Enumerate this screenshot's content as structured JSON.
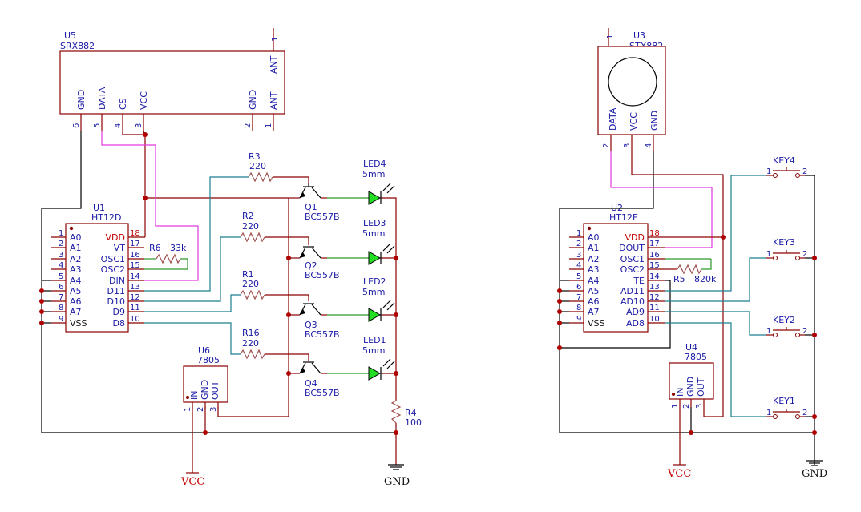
{
  "left": {
    "receiver": {
      "ref": "U5",
      "part": "SRX882",
      "pins": [
        "GND",
        "DATA",
        "CS",
        "VCC",
        "GND",
        "ANT",
        "ANT"
      ],
      "pin_nums": [
        "6",
        "5",
        "4",
        "3",
        "2",
        "1",
        "1"
      ]
    },
    "decoder": {
      "ref": "U1",
      "part": "HT12D",
      "left_pins": [
        "A0",
        "A1",
        "A2",
        "A3",
        "A4",
        "A5",
        "A6",
        "A7",
        "VSS"
      ],
      "left_nums": [
        "1",
        "2",
        "3",
        "4",
        "5",
        "6",
        "7",
        "8",
        "9"
      ],
      "right_pins": [
        "VDD",
        "VT",
        "OSC1",
        "OSC2",
        "DIN",
        "D11",
        "D10",
        "D9",
        "D8"
      ],
      "right_nums": [
        "18",
        "17",
        "16",
        "15",
        "14",
        "13",
        "12",
        "11",
        "10"
      ]
    },
    "r6": {
      "ref": "R6",
      "value": "33k"
    },
    "resistors": [
      {
        "ref": "R3",
        "value": "220"
      },
      {
        "ref": "R2",
        "value": "220"
      },
      {
        "ref": "R1",
        "value": "220"
      },
      {
        "ref": "R16",
        "value": "220"
      }
    ],
    "transistors": [
      {
        "ref": "Q1",
        "part": "BC557B"
      },
      {
        "ref": "Q2",
        "part": "BC557B"
      },
      {
        "ref": "Q3",
        "part": "BC557B"
      },
      {
        "ref": "Q4",
        "part": "BC557B"
      }
    ],
    "leds": [
      {
        "ref": "LED4",
        "size": "5mm"
      },
      {
        "ref": "LED3",
        "size": "5mm"
      },
      {
        "ref": "LED2",
        "size": "5mm"
      },
      {
        "ref": "LED1",
        "size": "5mm"
      }
    ],
    "r4": {
      "ref": "R4",
      "value": "100"
    },
    "regulator": {
      "ref": "U6",
      "part": "7805",
      "pins": [
        "IN",
        "GND",
        "OUT"
      ],
      "nums": [
        "1",
        "2",
        "3"
      ]
    },
    "vcc": "VCC",
    "gnd": "GND"
  },
  "right": {
    "transmitter": {
      "ref": "U3",
      "part": "STX882",
      "pins": [
        "DATA",
        "VCC",
        "GND"
      ],
      "pin_nums": [
        "2",
        "3",
        "4"
      ],
      "ant_num": "1"
    },
    "encoder": {
      "ref": "U2",
      "part": "HT12E",
      "left_pins": [
        "A0",
        "A1",
        "A2",
        "A3",
        "A4",
        "A5",
        "A6",
        "A7",
        "VSS"
      ],
      "left_nums": [
        "1",
        "2",
        "3",
        "4",
        "5",
        "6",
        "7",
        "8",
        "9"
      ],
      "right_pins": [
        "VDD",
        "DOUT",
        "OSC1",
        "OSC2",
        "TE",
        "AD11",
        "AD10",
        "AD9",
        "AD8"
      ],
      "right_nums": [
        "18",
        "17",
        "16",
        "15",
        "14",
        "13",
        "12",
        "11",
        "10"
      ]
    },
    "r5": {
      "ref": "R5",
      "value": "820k"
    },
    "keys": [
      {
        "ref": "KEY4",
        "p1": "1",
        "p2": "2"
      },
      {
        "ref": "KEY3",
        "p1": "1",
        "p2": "2"
      },
      {
        "ref": "KEY2",
        "p1": "1",
        "p2": "2"
      },
      {
        "ref": "KEY1",
        "p1": "1",
        "p2": "2"
      }
    ],
    "regulator": {
      "ref": "U4",
      "part": "7805",
      "pins": [
        "IN",
        "GND",
        "OUT"
      ],
      "nums": [
        "1",
        "2",
        "3"
      ]
    },
    "vcc": "VCC",
    "gnd": "GND"
  }
}
